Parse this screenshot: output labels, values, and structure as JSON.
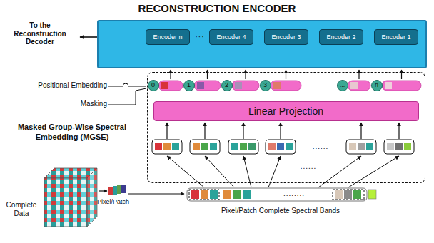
{
  "diagram": {
    "nodes": [
      {
        "text": [
          "RECONSTRUCTION ENCODER"
        ]
      },
      {
        "text": [
          "Encoder n"
        ],
        "in": 0
      },
      {
        "text": [
          "Encoder 4"
        ],
        "in": 0
      },
      {
        "text": [
          "Encoder 3"
        ],
        "in": 0
      },
      {
        "text": [
          "Encoder 2"
        ],
        "in": 0
      },
      {
        "text": [
          "Encoder 1"
        ],
        "in": 0
      },
      {
        "text": [
          "Masked Group-Wise Spectral Embedding (MGSE)"
        ]
      },
      {
        "text": [
          "0"
        ],
        "in": 6
      },
      {
        "text": [
          "1"
        ],
        "in": 6
      },
      {
        "text": [
          "2"
        ],
        "in": 6
      },
      {
        "text": [
          "3"
        ],
        "in": 6
      },
      {
        "text": [
          "..."
        ],
        "in": 6
      },
      {
        "text": [
          "n"
        ],
        "in": 6
      },
      {
        "text": [
          "Linear Projection"
        ],
        "in": 6
      }
    ],
    "edges": [
      {
        "from": 5,
        "to": 4,
        "arrow": "to"
      },
      {
        "from": 4,
        "to": 3,
        "arrow": "to"
      },
      {
        "from": 3,
        "to": 2,
        "arrow": "to"
      },
      {
        "from": 2,
        "to": 1,
        "arrow": "to"
      }
    ],
    "labels": [
      "To the Reconstruction Decoder",
      "···",
      "Positional Embedding",
      "Masking",
      "......",
      "......",
      "........",
      "Complete Data",
      "Pixel/Patch",
      "Pixel/Patch Complete Spectral Bands"
    ]
  }
}
